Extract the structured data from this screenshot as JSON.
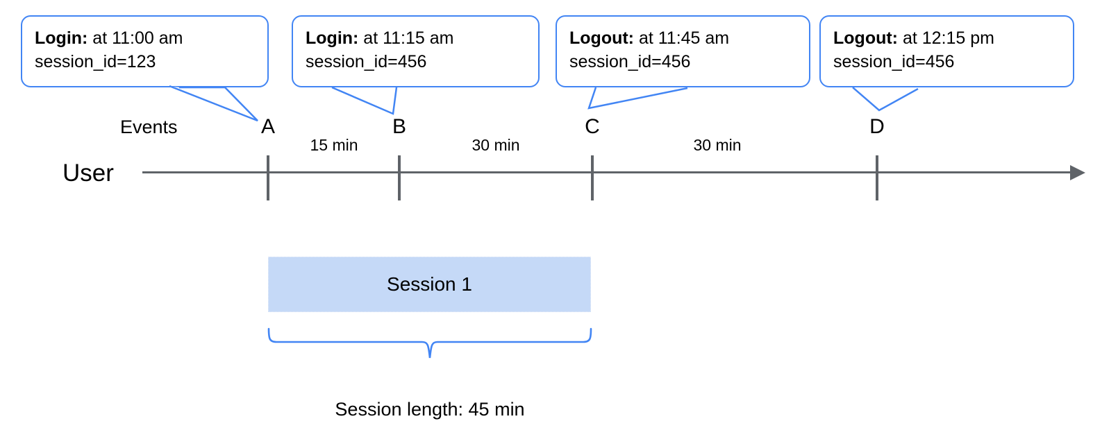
{
  "diagram": {
    "row_labels": {
      "events": "Events",
      "user": "User"
    },
    "callouts": [
      {
        "event": "Login:",
        "time": " at 11:00 am",
        "session": "session_id=123",
        "target": "A"
      },
      {
        "event": "Login:",
        "time": " at 11:15 am",
        "session": "session_id=456",
        "target": "B"
      },
      {
        "event": "Logout:",
        "time": " at 11:45 am",
        "session": "session_id=456",
        "target": "C"
      },
      {
        "event": "Logout:",
        "time": " at 12:15 pm",
        "session": "session_id=456",
        "target": "D"
      }
    ],
    "events": [
      {
        "name": "A",
        "time": "11:00 am"
      },
      {
        "name": "B",
        "time": "11:15 am"
      },
      {
        "name": "C",
        "time": "11:45 am"
      },
      {
        "name": "D",
        "time": "12:15 pm"
      }
    ],
    "intervals": [
      {
        "from": "A",
        "to": "B",
        "label": "15 min"
      },
      {
        "from": "B",
        "to": "C",
        "label": "30 min"
      },
      {
        "from": "C",
        "to": "D",
        "label": "30 min"
      }
    ],
    "session_bar": {
      "label": "Session 1",
      "from": "A",
      "to": "C"
    },
    "session_length": "Session length: 45 min",
    "colors": {
      "callout_border": "#4285f4",
      "brace": "#4285f4",
      "timeline": "#5f6368",
      "session_fill": "#c5d9f7",
      "text": "#000000"
    }
  }
}
